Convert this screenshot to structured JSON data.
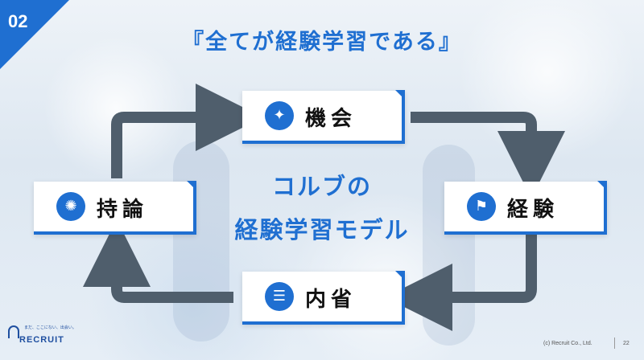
{
  "section_number": "02",
  "title": "『全てが経験学習である』",
  "center_title": {
    "line1": "コルブの",
    "line2": "経験学習モデル"
  },
  "cycle": {
    "top": {
      "label": "機会",
      "icon": "hand-star-icon"
    },
    "right": {
      "label": "経験",
      "icon": "flag-icon"
    },
    "bottom": {
      "label": "内省",
      "icon": "head-thinking-icon"
    },
    "left": {
      "label": "持論",
      "icon": "head-lightbulb-icon"
    }
  },
  "footer": {
    "logo": "RECRUIT",
    "tagline": "まだ、ここにない、出会い。",
    "copyright": "(c) Recruit Co., Ltd.",
    "page_number": "22"
  },
  "colors": {
    "accent": "#1f6fd1",
    "arrow": "#4f5e6c"
  }
}
